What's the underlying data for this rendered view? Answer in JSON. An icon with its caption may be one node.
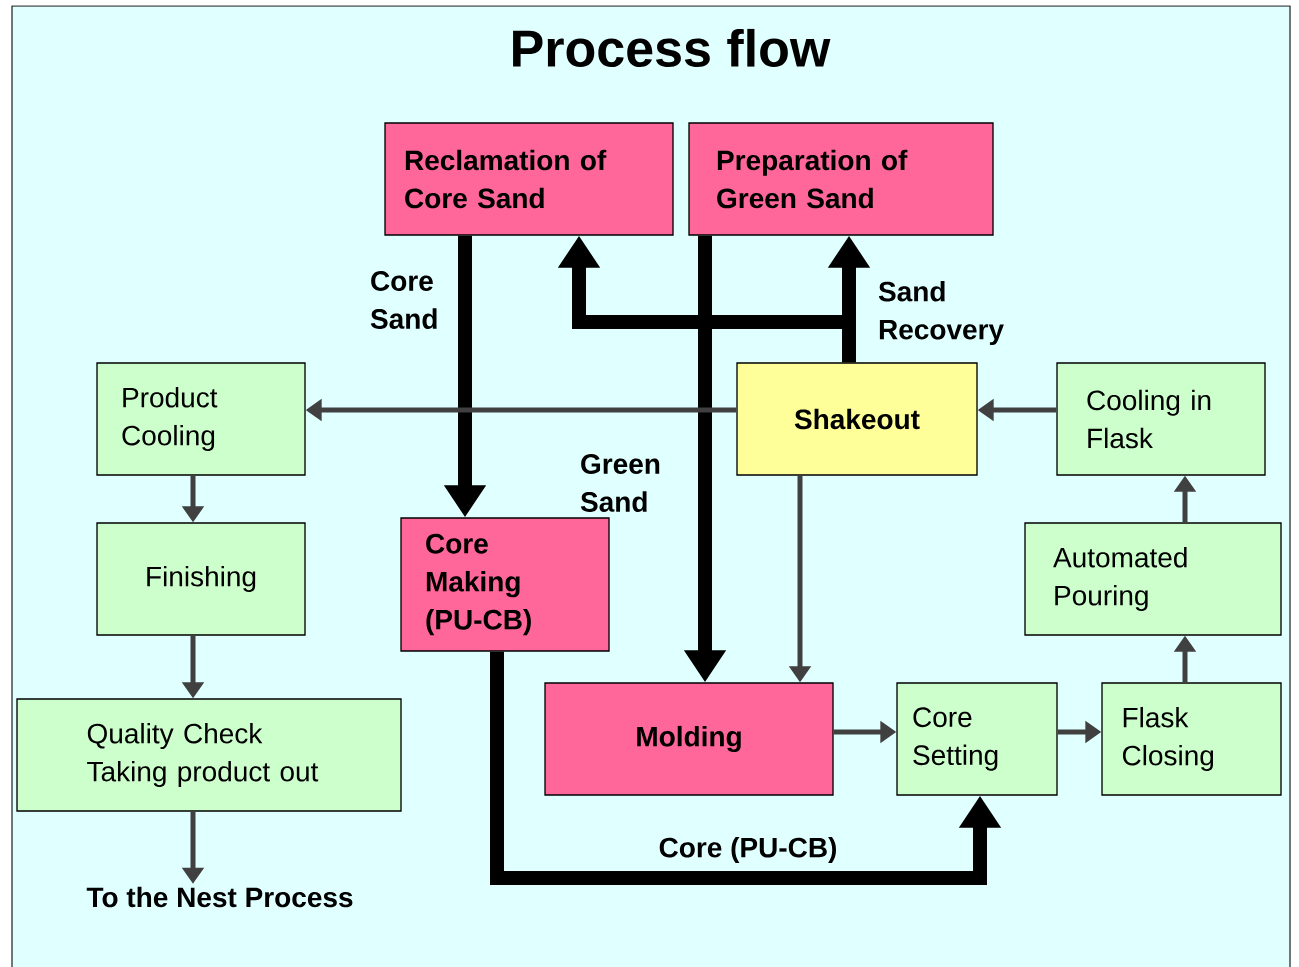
{
  "diagram": {
    "title": "Process flow",
    "nodes": [
      {
        "text": [
          "Reclamation of Core Sand"
        ]
      },
      {
        "text": [
          "Preparation of Green Sand"
        ]
      },
      {
        "text": [
          "Product Cooling"
        ]
      },
      {
        "text": [
          "Shakeout"
        ]
      },
      {
        "text": [
          "Cooling in Flask"
        ]
      },
      {
        "text": [
          "Finishing"
        ]
      },
      {
        "text": [
          "Core Making (PU-CB)"
        ]
      },
      {
        "text": [
          "Automated Pouring"
        ]
      },
      {
        "text": [
          "Quality Check Taking product out"
        ]
      },
      {
        "text": [
          "Molding"
        ]
      },
      {
        "text": [
          "Core Setting"
        ]
      },
      {
        "text": [
          "Flask Closing"
        ]
      },
      {
        "text": [
          "To the Nest Process"
        ]
      }
    ],
    "edges": [
      {
        "from": 0,
        "to": 6,
        "arrow": "to",
        "label": "Core Sand",
        "style": "thick",
        "color": "#000000"
      },
      {
        "from": 1,
        "to": 9,
        "arrow": "to",
        "label": "Green Sand",
        "style": "thick",
        "color": "#000000"
      },
      {
        "from": 3,
        "to": 0,
        "arrow": "to",
        "style": "thick",
        "color": "#000000"
      },
      {
        "from": 3,
        "to": 1,
        "arrow": "to",
        "label": "Sand Recovery",
        "style": "thick",
        "color": "#000000"
      },
      {
        "from": 3,
        "to": 2,
        "arrow": "to"
      },
      {
        "from": 4,
        "to": 3,
        "arrow": "to"
      },
      {
        "from": 2,
        "to": 5,
        "arrow": "to"
      },
      {
        "from": 5,
        "to": 8,
        "arrow": "to"
      },
      {
        "from": 8,
        "to": 12,
        "arrow": "to"
      },
      {
        "from": 3,
        "to": 9,
        "arrow": "to"
      },
      {
        "from": 6,
        "to": 10,
        "arrow": "to",
        "label": "Core (PU-CB)",
        "style": "thick",
        "color": "#000000"
      },
      {
        "from": 9,
        "to": 10,
        "arrow": "to"
      },
      {
        "from": 10,
        "to": 11,
        "arrow": "to"
      },
      {
        "from": 11,
        "to": 7,
        "arrow": "to"
      },
      {
        "from": 7,
        "to": 4,
        "arrow": "to"
      }
    ]
  }
}
